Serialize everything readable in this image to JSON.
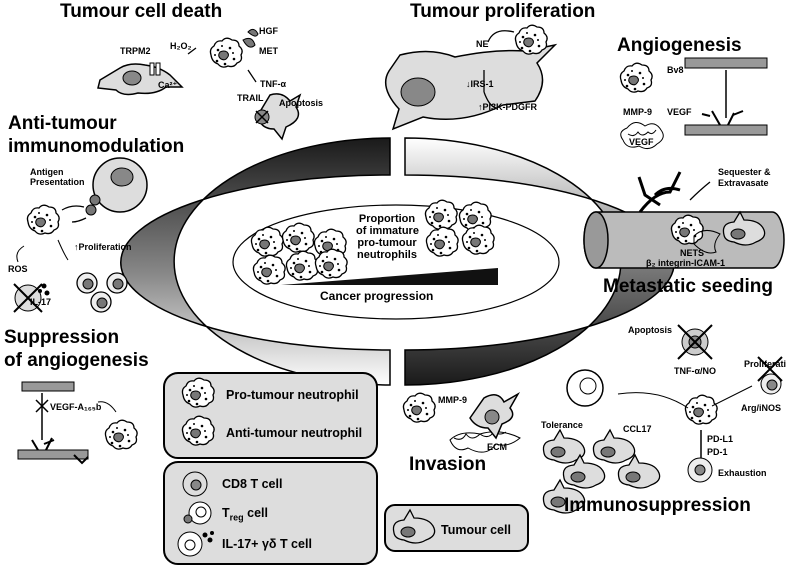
{
  "headings": {
    "tumour_cell_death": "Tumour cell death",
    "tumour_proliferation": "Tumour proliferation",
    "angiogenesis": "Angiogenesis",
    "anti_tumour_immunomodulation_1": "Anti-tumour",
    "anti_tumour_immunomodulation_2": "immunomodulation",
    "metastatic_seeding": "Metastatic seeding",
    "suppression_1": "Suppression",
    "suppression_2": "of angiogenesis",
    "invasion": "Invasion",
    "immunosuppression": "Immunosuppression"
  },
  "labels": {
    "trpm2": "TRPM2",
    "h2o2": "H₂O₂",
    "hgf": "HGF",
    "met": "MET",
    "ca": "Ca²⁺",
    "tnf_alpha": "TNF-α",
    "trail": "TRAIL",
    "apoptosis": "Apoptosis",
    "ne": "NE",
    "irs1": "↓IRS-1",
    "pi3k": "↑PI3K-PDGFR",
    "bv8": "Bv8",
    "mmp9": "MMP-9",
    "vegf": "VEGF",
    "vegf_box": "VEGF",
    "antigen_presentation_1": "Antigen",
    "antigen_presentation_2": "Presentation",
    "proliferation_up": "↑Proliferation",
    "ros": "ROS",
    "il17": "IL-17",
    "sequester_1": "Sequester &",
    "sequester_2": "Extravasate",
    "nets": "NETS",
    "integrin": "β₂ integrin-ICAM-1",
    "vegf_a": "VEGF-A₁₆₅b",
    "proportion_1": "Proportion",
    "proportion_2": "of immature",
    "proportion_3": "pro-tumour",
    "proportion_4": "neutrophils",
    "cancer_progression": "Cancer progression",
    "apoptosis2": "Apoptosis",
    "proliferation2": "Proliferation",
    "tnf_no": "TNF-α/NO",
    "arg_inos": "Arg/iNOS",
    "ccl17": "CCL17",
    "tolerance": "Tolerance",
    "pdl1": "PD-L1",
    "pd1": "PD-1",
    "exhaustion": "Exhaustion",
    "mmp9_inv": "MMP-9",
    "ecm": "ECM"
  },
  "legend": {
    "pro_tumour": "Pro-tumour neutrophil",
    "anti_tumour": "Anti-tumour neutrophil",
    "cd8": "CD8 T cell",
    "treg_T": "T",
    "treg_sub": "reg",
    "treg_rest": " cell",
    "il17_gd": "IL-17+ γδ T cell",
    "tumour_cell": "Tumour cell"
  }
}
